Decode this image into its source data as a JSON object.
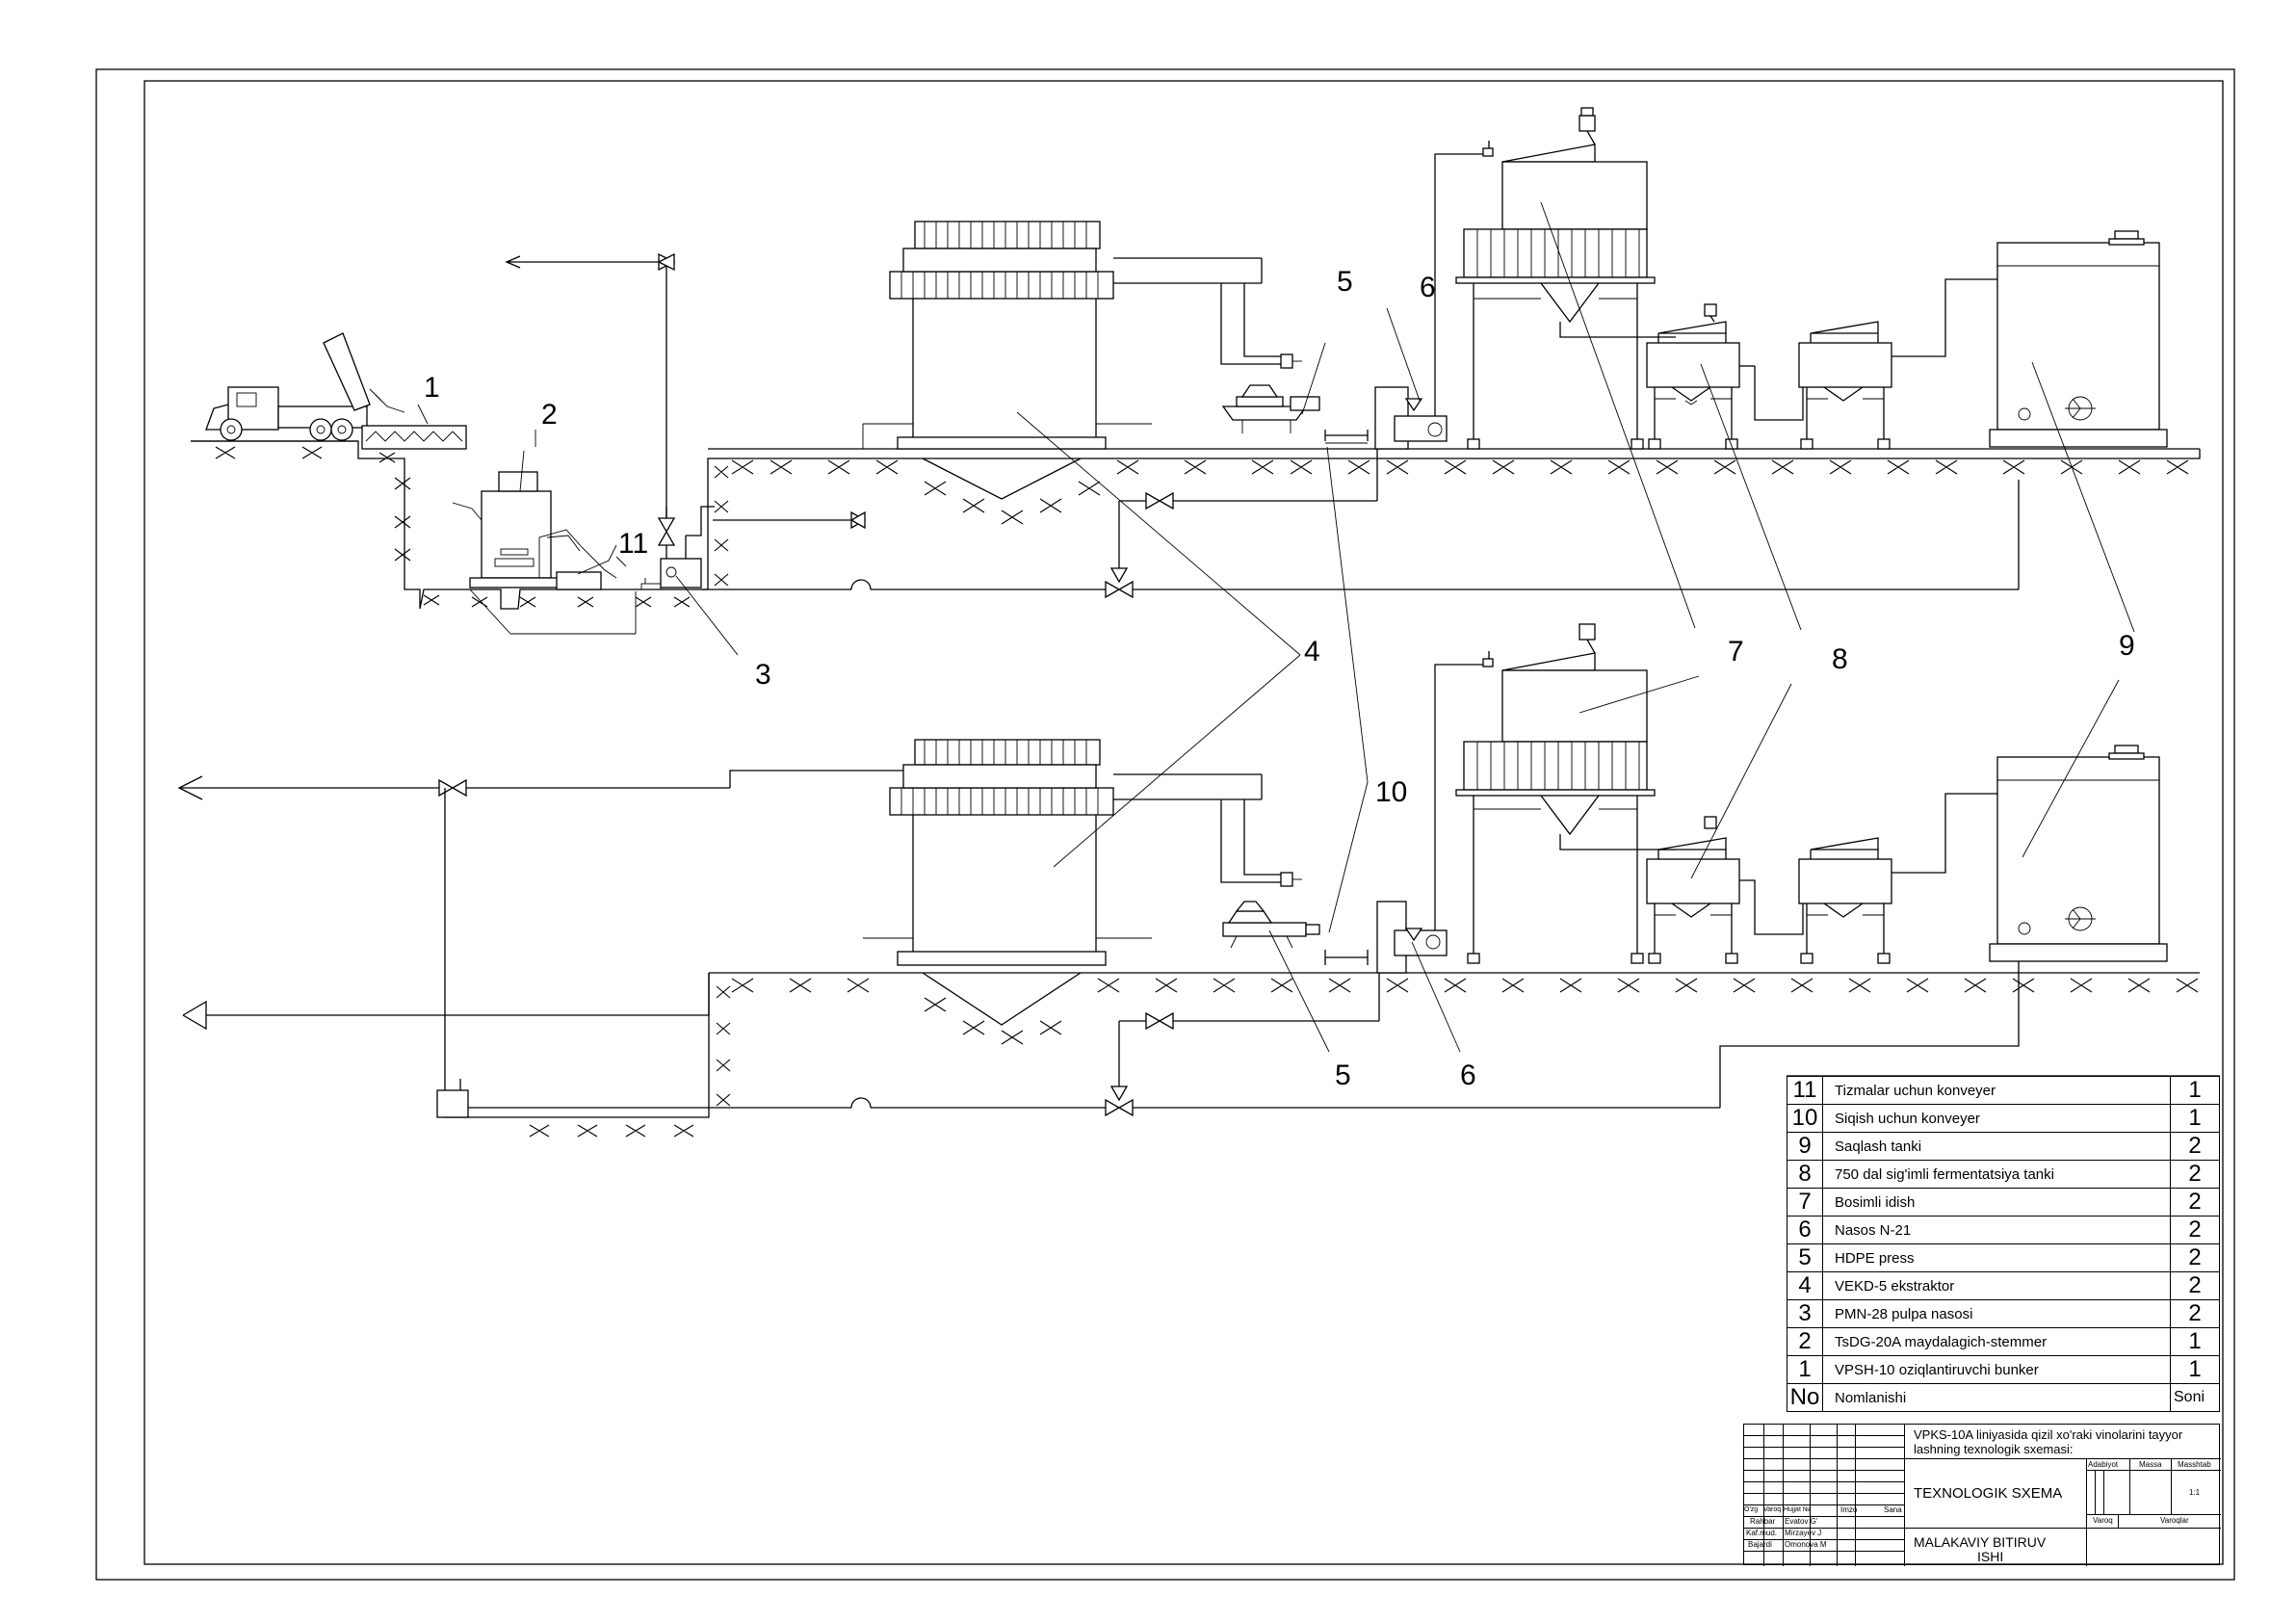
{
  "callouts": {
    "n1": "1",
    "n2": "2",
    "n3": "3",
    "n4": "4",
    "n5a": "5",
    "n5b": "5",
    "n6a": "6",
    "n6b": "6",
    "n7": "7",
    "n8": "8",
    "n9": "9",
    "n10": "10",
    "n11": "11"
  },
  "parts": [
    {
      "no": "11",
      "name": "Tizmalar uchun konveyer",
      "qty": "1"
    },
    {
      "no": "10",
      "name": "Siqish uchun konveyer",
      "qty": "1"
    },
    {
      "no": "9",
      "name": " Saqlash tanki",
      "qty": "2"
    },
    {
      "no": "8",
      "name": " 750 dal sig'imli fermentatsiya tanki",
      "qty": "2"
    },
    {
      "no": "7",
      "name": " Bosimli idish",
      "qty": "2"
    },
    {
      "no": "6",
      "name": "Nasos N-21",
      "qty": "2"
    },
    {
      "no": "5",
      "name": "HDPE press",
      "qty": "2"
    },
    {
      "no": "4",
      "name": "VEKD-5 ekstraktor",
      "qty": "2"
    },
    {
      "no": "3",
      "name": "PMN-28 pulpa nasosi",
      "qty": "2"
    },
    {
      "no": "2",
      "name": "TsDG-20A maydalagich-stemmer",
      "qty": "1"
    },
    {
      "no": "1",
      "name": "VPSH-10 oziqlantiruvchi bunker",
      "qty": "1"
    }
  ],
  "parts_header": {
    "no": "No",
    "name": "Nomlanishi",
    "qty": "Soni"
  },
  "title_block": {
    "title_line1": "VPKS-10A liniyasida qizil xo'raki vinolarini tayyor",
    "title_line2": "lashning texnologik sxemasi:",
    "doc_type": "TEXNOLOGIK SXEMA",
    "work_line1": "MALAKAVIY BITIRUV",
    "work_line2": "ISHI",
    "col_izm": "O'zg",
    "col_varoq": "Varoq",
    "col_hujjat": "Hujjat №",
    "col_imzo": "Imzo",
    "col_sana": "Sana",
    "role_rahbar": "Rahbar",
    "role_kaf": "Kaf.mud.",
    "role_bajardi": "Bajardi",
    "name_rahbar": "Evatov G'",
    "name_kaf": "Mirzayev J",
    "name_bajardi": "Omonova M",
    "adabiyot": "Adabiyot",
    "massa": "Massa",
    "masshtab": "Masshtab",
    "scale": "1:1",
    "varoq": "Varoq",
    "varoqlar": "Varoqlar"
  }
}
